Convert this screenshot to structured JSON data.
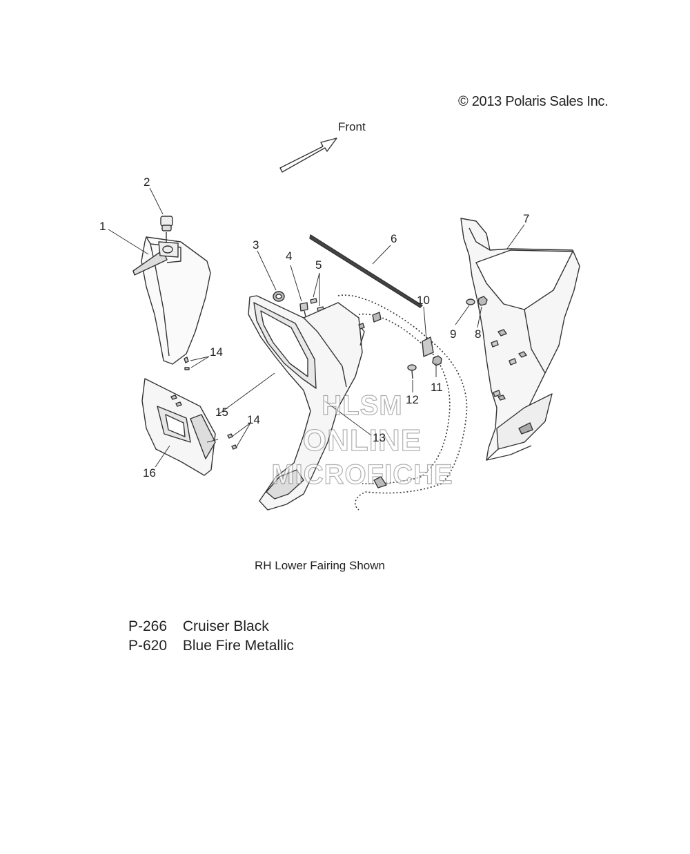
{
  "copyright": "© 2013 Polaris Sales Inc.",
  "front_label": "Front",
  "callouts": [
    "1",
    "2",
    "3",
    "4",
    "5",
    "6",
    "7",
    "8",
    "9",
    "10",
    "11",
    "12",
    "13",
    "14",
    "14",
    "15",
    "16"
  ],
  "caption": "RH Lower Fairing Shown",
  "color_codes": [
    {
      "code": "P-266",
      "name": "Cruiser Black"
    },
    {
      "code": "P-620",
      "name": "Blue Fire Metallic"
    }
  ],
  "watermark": {
    "line1": "HLSM",
    "line2": "ONLINE",
    "line3": "MICROFICHE"
  }
}
